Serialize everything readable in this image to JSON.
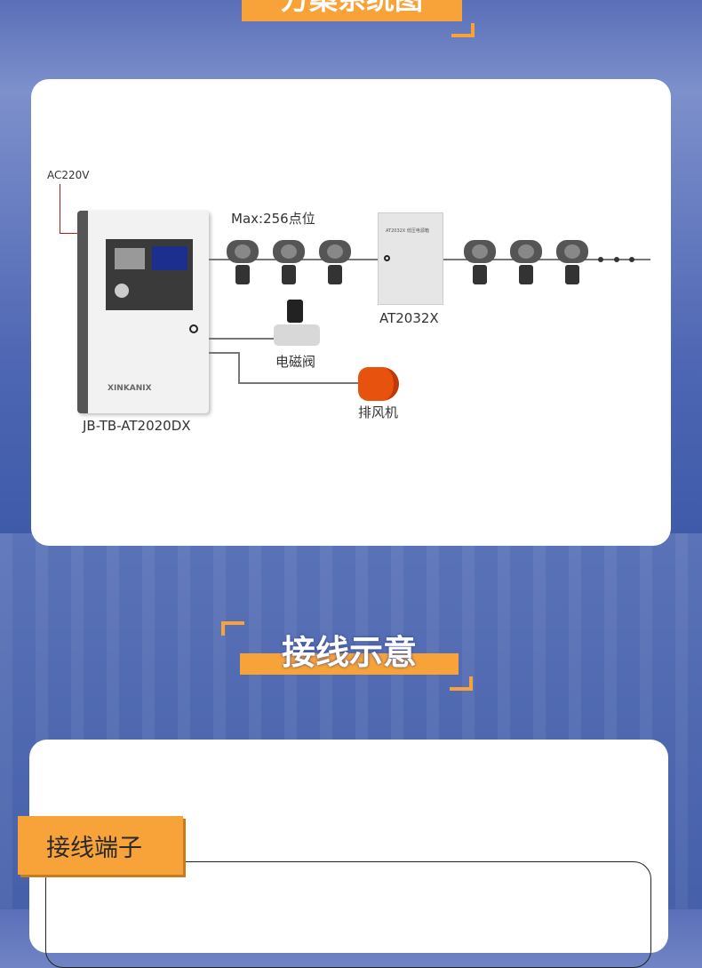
{
  "section1": {
    "title": "方案系统图"
  },
  "diagram": {
    "power_label": "AC220V",
    "max_label": "Max:256点位",
    "controller_model": "JB-TB-AT2020DX",
    "controller_brand": "XINKANIX",
    "power_box_model": "AT2032X",
    "power_box_panel_text": "AT2032X 低压电源箱",
    "valve_label": "电磁阀",
    "fan_label": "排风机"
  },
  "section2": {
    "title": "接线示意"
  },
  "terminal": {
    "title": "接线端子"
  },
  "colors": {
    "accent": "#f8a23a",
    "power_line": "#c0161b"
  }
}
